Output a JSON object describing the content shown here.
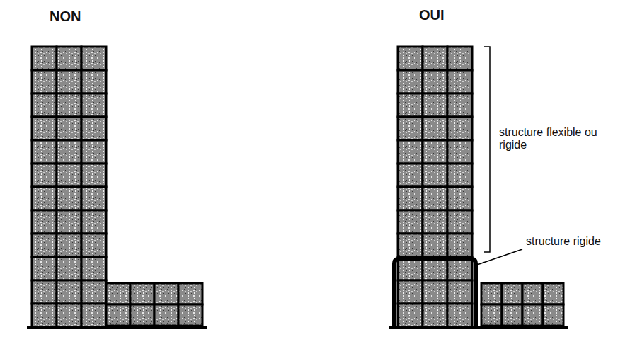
{
  "diagram": {
    "labels": [
      "NON",
      "OUI",
      "structure flexible ou rigide",
      "structure rigide"
    ]
  }
}
